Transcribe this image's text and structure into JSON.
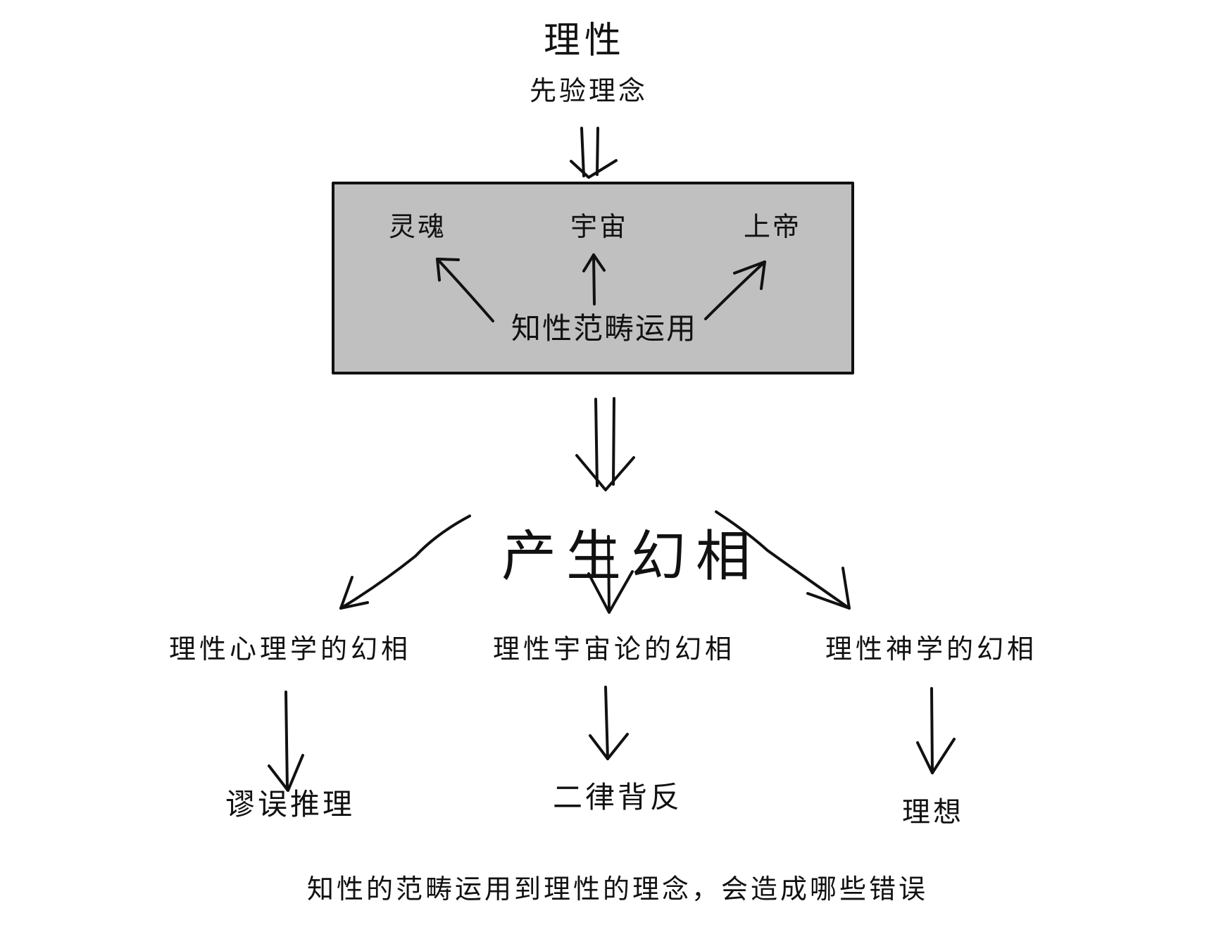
{
  "top": {
    "title": "理性",
    "subtitle": "先验理念"
  },
  "box": {
    "fill_color": "#c0c0c0",
    "targets": [
      "灵魂",
      "宇宙",
      "上帝"
    ],
    "source": "知性范畴运用"
  },
  "result": {
    "title": "产生幻相"
  },
  "branches": [
    {
      "illusion": "理性心理学的幻相",
      "outcome": "谬误推理"
    },
    {
      "illusion": "理性宇宙论的幻相",
      "outcome": "二律背反"
    },
    {
      "illusion": "理性神学的幻相",
      "outcome": "理想"
    }
  ],
  "caption": "知性的范畴运用到理性的理念，会造成哪些错误"
}
